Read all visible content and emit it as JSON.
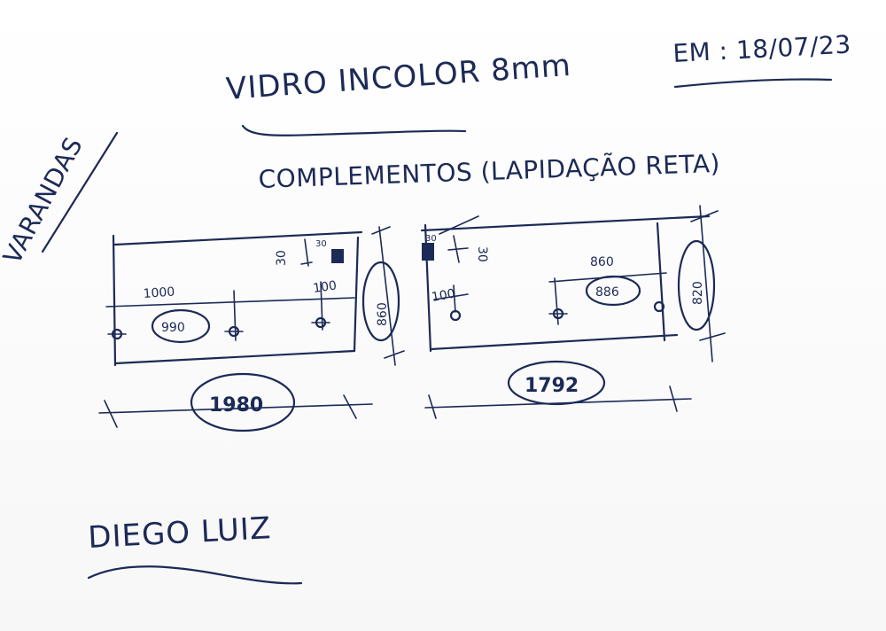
{
  "header": {
    "date_label": "EM : 18/07/23",
    "title": "VIDRO INCOLOR 8mm",
    "subtitle": "COMPLEMENTOS (LAPIDAÇÃO RETA)",
    "side_note": "VARANDAS"
  },
  "drawing_left": {
    "total_width": "1980",
    "height": "860",
    "span_length": "1000",
    "span_inner": "990",
    "edge_offset": "100",
    "cutout_height": "30",
    "cutout_width": "30"
  },
  "drawing_right": {
    "total_width": "1792",
    "height": "820",
    "span_length": "860",
    "span_inner": "886",
    "edge_offset": "100",
    "cutout_height": "30",
    "cutout_width": "30"
  },
  "signature": "DIEGO LUIZ",
  "colors": {
    "ink": "#1c2a56",
    "paper": "#ffffff"
  }
}
